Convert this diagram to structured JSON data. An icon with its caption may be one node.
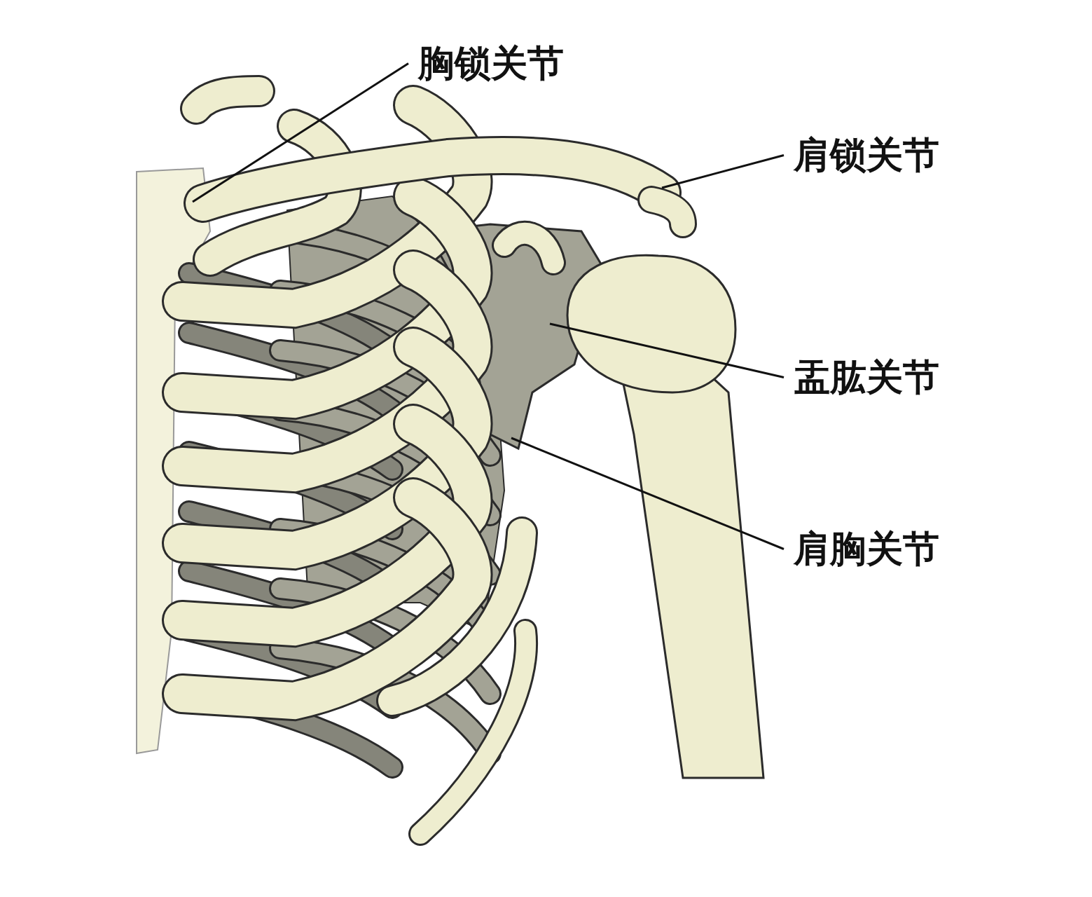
{
  "diagram": {
    "nodes": [
      {
        "text": [
          "胸锁关节"
        ]
      },
      {
        "text": [
          "肩锁关节"
        ]
      },
      {
        "text": [
          "盂肱关节"
        ]
      },
      {
        "text": [
          "肩胸关节"
        ]
      }
    ],
    "edges": [
      {
        "from": 0,
        "to": null,
        "arrow": "none"
      },
      {
        "from": 1,
        "to": null,
        "arrow": "none"
      },
      {
        "from": 2,
        "to": null,
        "arrow": "none"
      },
      {
        "from": 3,
        "to": null,
        "arrow": "none"
      }
    ]
  }
}
